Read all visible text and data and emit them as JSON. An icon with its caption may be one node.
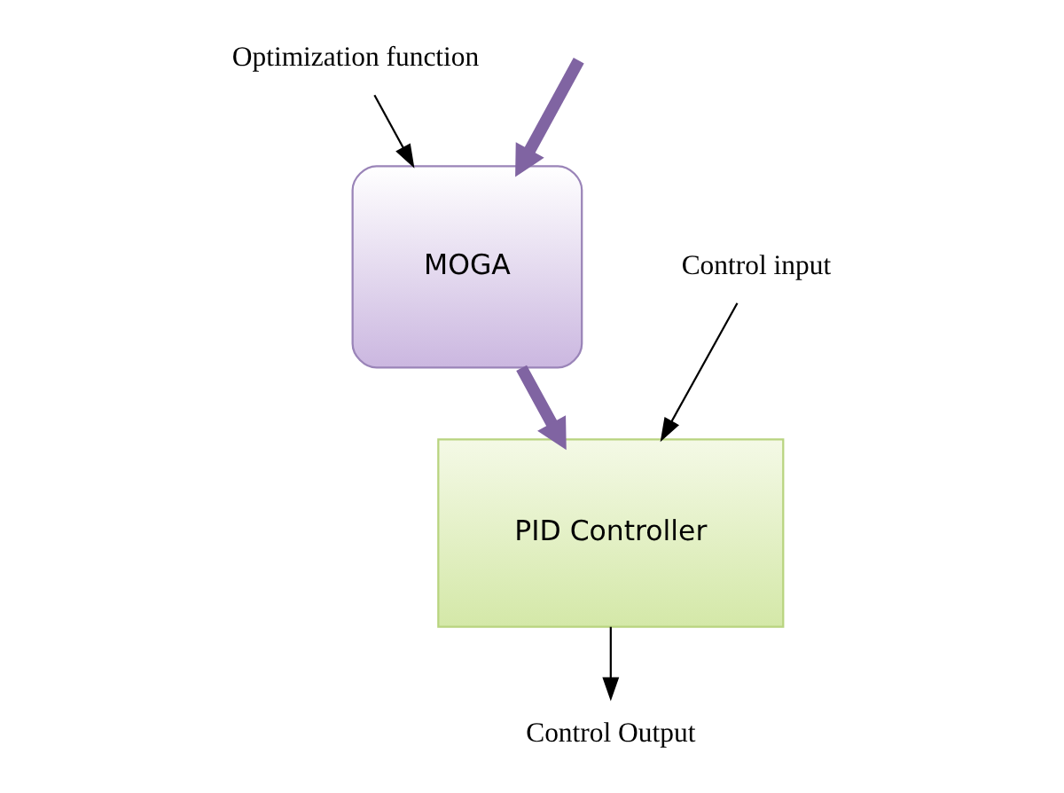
{
  "diagram": {
    "nodes": [
      {
        "text": [
          "Optimization function"
        ]
      },
      {
        "text": [
          "MOGA"
        ]
      },
      {
        "text": [
          "Control input"
        ]
      },
      {
        "text": [
          "PID Controller"
        ]
      },
      {
        "text": [
          "Control Output"
        ]
      }
    ],
    "edges": [
      {
        "from": null,
        "to": 1,
        "arrow": "to",
        "style": "thick",
        "color": "#8064a2"
      },
      {
        "from": 0,
        "to": 1,
        "arrow": "to"
      },
      {
        "from": 1,
        "to": 3,
        "arrow": "to",
        "style": "thick",
        "color": "#8064a2"
      },
      {
        "from": 2,
        "to": 3,
        "arrow": "to"
      },
      {
        "from": 3,
        "to": 4,
        "arrow": "to"
      }
    ]
  }
}
